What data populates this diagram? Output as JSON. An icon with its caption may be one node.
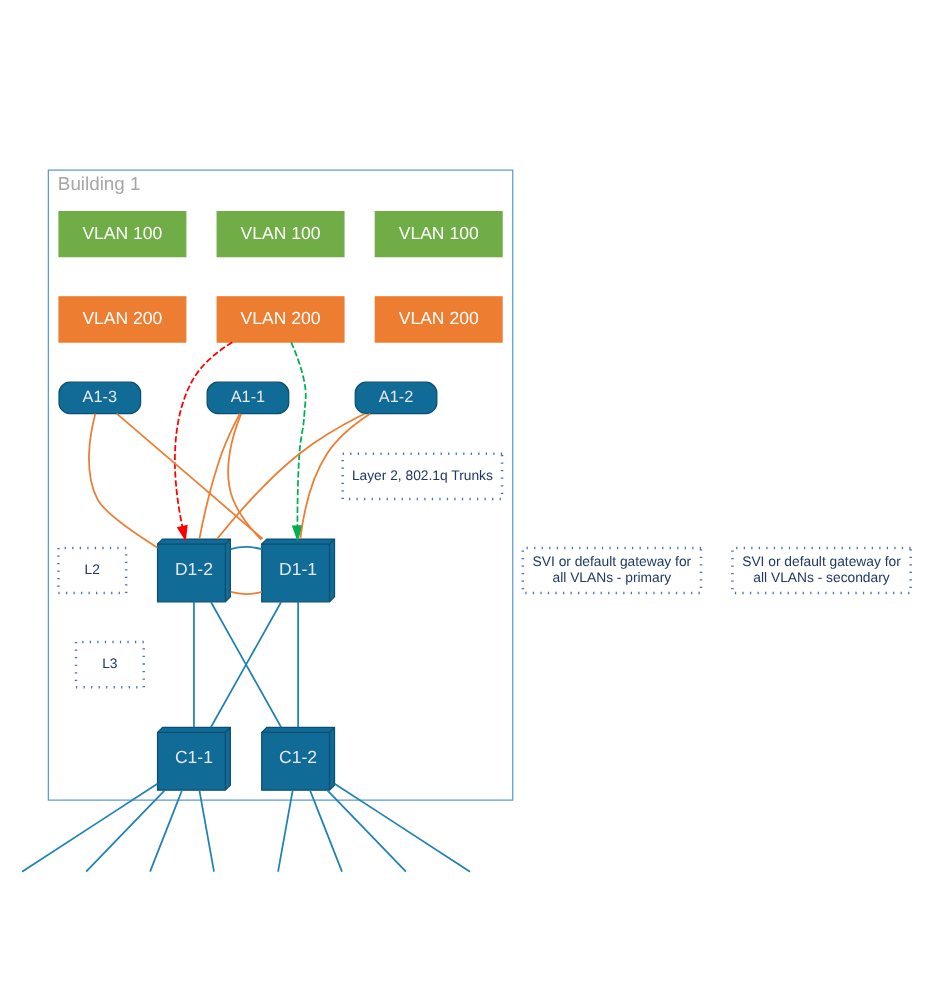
{
  "diagram": {
    "nodes": [
      {
        "text": [
          "Building 1"
        ]
      },
      {
        "text": [
          "VLAN 100"
        ],
        "in": 0
      },
      {
        "text": [
          "VLAN 100"
        ],
        "in": 0
      },
      {
        "text": [
          "VLAN 100"
        ],
        "in": 0
      },
      {
        "text": [
          "VLAN 200"
        ],
        "in": 0
      },
      {
        "text": [
          "VLAN 200"
        ],
        "in": 0
      },
      {
        "text": [
          "VLAN 200"
        ],
        "in": 0
      },
      {
        "text": [
          "A1-1"
        ],
        "in": 0
      },
      {
        "text": [
          "A1-2"
        ],
        "in": 0
      },
      {
        "text": [
          "A1-3"
        ],
        "in": 0
      },
      {
        "text": [
          "Layer 2, 802.1q Trunks"
        ],
        "in": 0
      },
      {
        "text": [
          "SVI or default gateway for all VLANs - primary"
        ]
      },
      {
        "text": [
          "D1-1"
        ],
        "in": 0
      },
      {
        "text": [
          "L2"
        ],
        "in": 0
      },
      {
        "text": [
          "D1-2"
        ],
        "in": 0
      },
      {
        "text": [
          "SVI or default gateway for all VLANs - secondary"
        ]
      },
      {
        "text": [
          "L3"
        ],
        "in": 0
      },
      {
        "text": [
          "C1-1"
        ],
        "in": 0
      },
      {
        "text": [
          "C1-2"
        ],
        "in": 0
      }
    ],
    "edges": [
      {
        "from": 7,
        "to": 12,
        "arrow": "none",
        "color": "#ed7d31"
      },
      {
        "from": 7,
        "to": 14,
        "arrow": "none",
        "color": "#ed7d31"
      },
      {
        "from": 8,
        "to": 12,
        "arrow": "none",
        "color": "#ed7d31"
      },
      {
        "from": 8,
        "to": 14,
        "arrow": "none",
        "color": "#ed7d31"
      },
      {
        "from": 9,
        "to": 12,
        "arrow": "none",
        "color": "#ed7d31"
      },
      {
        "from": 9,
        "to": 14,
        "arrow": "none",
        "color": "#ed7d31"
      },
      {
        "from": 4,
        "to": 12,
        "arrow": "to",
        "style": "dashed",
        "color": "#00b050"
      },
      {
        "from": 4,
        "to": 14,
        "arrow": "to",
        "style": "dashed",
        "color": "#ff0000"
      },
      {
        "from": 12,
        "to": 14,
        "arrow": "none",
        "color": "#ed7d31"
      },
      {
        "from": 12,
        "to": 14,
        "arrow": "none",
        "color": "#1f82b4"
      },
      {
        "from": 12,
        "to": 17,
        "arrow": "none",
        "color": "#1f82b4"
      },
      {
        "from": 12,
        "to": 18,
        "arrow": "none",
        "color": "#1f82b4"
      },
      {
        "from": 14,
        "to": 17,
        "arrow": "none",
        "color": "#1f82b4"
      },
      {
        "from": 14,
        "to": 18,
        "arrow": "none",
        "color": "#1f82b4"
      },
      {
        "from": 17,
        "to": null,
        "arrow": "none",
        "color": "#1f82b4"
      },
      {
        "from": 17,
        "to": null,
        "arrow": "none",
        "color": "#1f82b4"
      },
      {
        "from": 17,
        "to": null,
        "arrow": "none",
        "color": "#1f82b4"
      },
      {
        "from": 17,
        "to": null,
        "arrow": "none",
        "color": "#1f82b4"
      },
      {
        "from": 18,
        "to": null,
        "arrow": "none",
        "color": "#1f82b4"
      },
      {
        "from": 18,
        "to": null,
        "arrow": "none",
        "color": "#1f82b4"
      },
      {
        "from": 18,
        "to": null,
        "arrow": "none",
        "color": "#1f82b4"
      },
      {
        "from": 18,
        "to": null,
        "arrow": "none",
        "color": "#1f82b4"
      }
    ]
  }
}
